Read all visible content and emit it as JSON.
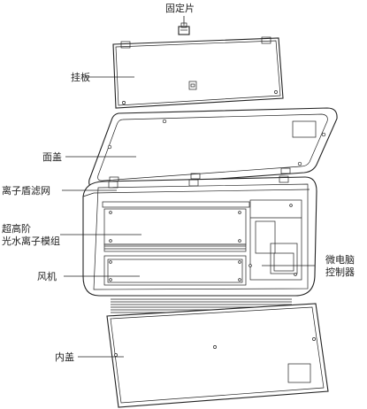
{
  "labels": {
    "fixing_piece": "固定片",
    "hanging_plate": "挂板",
    "face_cover": "面盖",
    "ion_shield_filter": "离子盾滤网",
    "ion_module_line1": "超高阶",
    "ion_module_line2": "光水离子模组",
    "fan": "风机",
    "controller_line1": "微电脑",
    "controller_line2": "控制器",
    "inner_cover": "内盖"
  }
}
